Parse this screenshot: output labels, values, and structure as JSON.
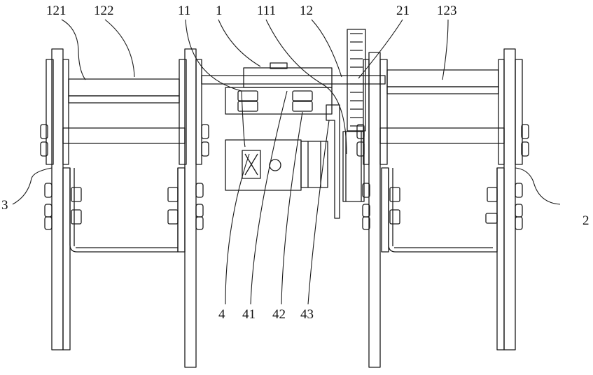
{
  "figure": {
    "labels": {
      "l121": "121",
      "l122": "122",
      "l11": "11",
      "l1": "1",
      "l111": "111",
      "l12": "12",
      "l21": "21",
      "l123": "123",
      "l3": "3",
      "l2": "2",
      "l4": "4",
      "l41": "41",
      "l42": "42",
      "l43": "43"
    },
    "colors": {
      "line": "#1a1a1a",
      "background": "#ffffff"
    }
  }
}
